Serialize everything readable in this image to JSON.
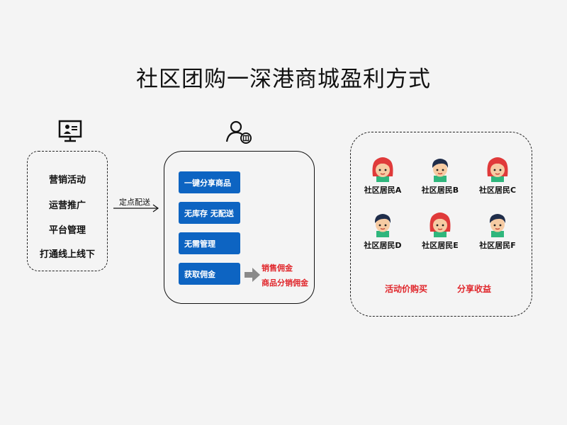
{
  "title": "社区团购一深港商城盈利方式",
  "icons": {
    "platform": "monitor-user-icon",
    "group_user": "user-group-badge-icon",
    "forward": "gray-right-arrow-icon"
  },
  "colors": {
    "blue": "#0d64c2",
    "red": "#e0262b",
    "background": "#f4f4f4"
  },
  "left": {
    "items": [
      "营销活动",
      "运营推广",
      "平台管理",
      "打通线上线下"
    ]
  },
  "connector": {
    "label": "定点配送"
  },
  "center": {
    "buttons": [
      "一键分享商品",
      "无库存 无配送",
      "无需管理",
      "获取佣金"
    ],
    "earnings": [
      "销售佣金",
      "商品分销佣金"
    ]
  },
  "right": {
    "residents": [
      {
        "label": "社区居民A",
        "avatar": "female"
      },
      {
        "label": "社区居民B",
        "avatar": "male"
      },
      {
        "label": "社区居民C",
        "avatar": "female"
      },
      {
        "label": "社区居民D",
        "avatar": "male"
      },
      {
        "label": "社区居民E",
        "avatar": "female"
      },
      {
        "label": "社区居民F",
        "avatar": "male"
      }
    ],
    "benefits": [
      "活动价购买",
      "分享收益"
    ]
  }
}
